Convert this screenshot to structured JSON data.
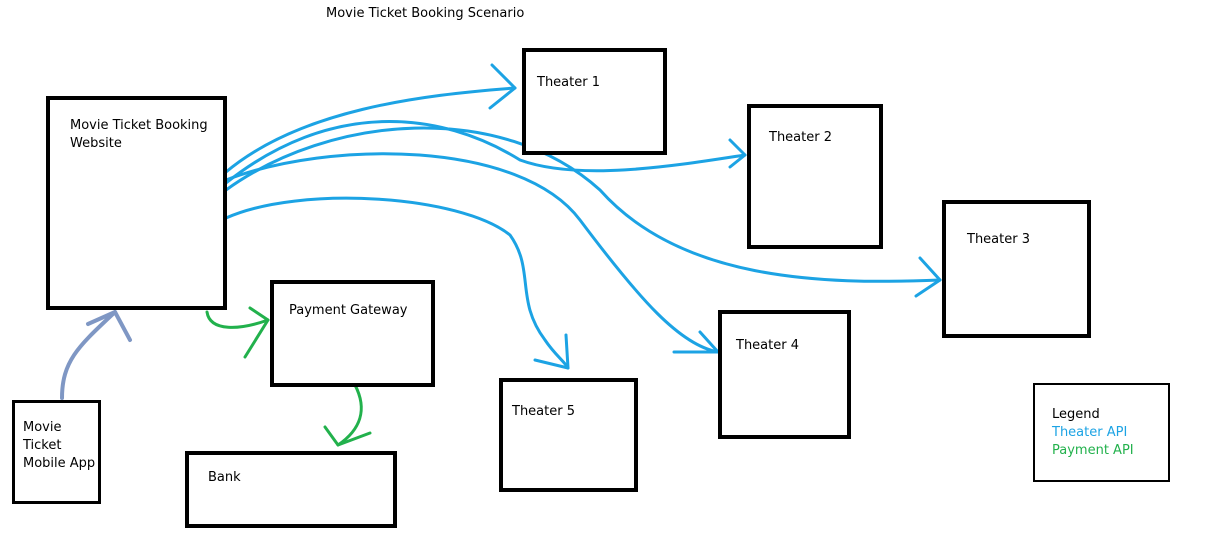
{
  "title": "Movie Ticket Booking Scenario",
  "nodes": {
    "website": "Movie Ticket Booking\nWebsite",
    "mobile_app": "Movie Ticket\nMobile App",
    "payment_gateway": "Payment Gateway",
    "bank": "Bank",
    "theater1": "Theater 1",
    "theater2": "Theater 2",
    "theater3": "Theater 3",
    "theater4": "Theater 4",
    "theater5": "Theater 5"
  },
  "legend": {
    "title": "Legend",
    "theater_api": "Theater API",
    "payment_api": "Payment API"
  },
  "colors": {
    "theater_api": "#1ca3e4",
    "payment_api": "#22b14c",
    "app_link": "#7f97c4"
  }
}
